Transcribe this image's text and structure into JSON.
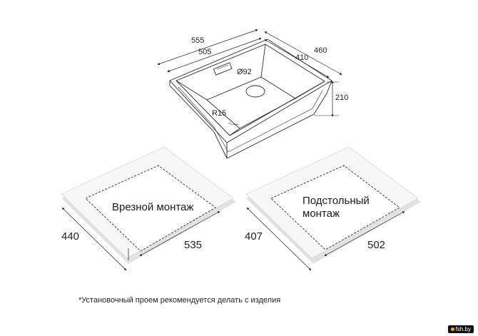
{
  "sink": {
    "width_outer": "555",
    "width_inner": "505",
    "depth_outer": "460",
    "depth_inner": "410",
    "height": "210",
    "drain": "Ø92",
    "radius": "R15"
  },
  "cutouts": [
    {
      "label_lines": [
        "Врезной монтаж"
      ],
      "width": "535",
      "depth": "440"
    },
    {
      "label_lines": [
        "Подстольный",
        "монтаж"
      ],
      "width": "502",
      "depth": "407"
    }
  ],
  "footnote": "*Установочный проем рекомендуется делать с изделия",
  "badge": "fsh.by",
  "colors": {
    "line": "#2a2a2a",
    "fill": "#ffffff",
    "shadow": "#d9d9d9"
  }
}
